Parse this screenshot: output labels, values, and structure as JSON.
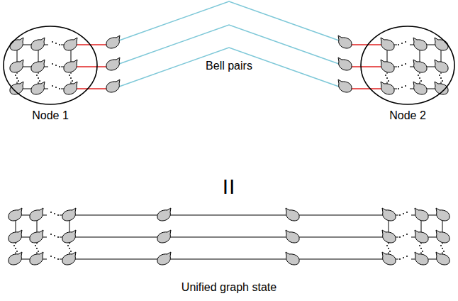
{
  "diagram": {
    "nodes": [
      {
        "text": [
          "Node 1"
        ]
      },
      {
        "text": [
          "Node 2"
        ]
      }
    ],
    "labels": [
      "Bell pairs",
      "II",
      "Unified graph state"
    ]
  }
}
